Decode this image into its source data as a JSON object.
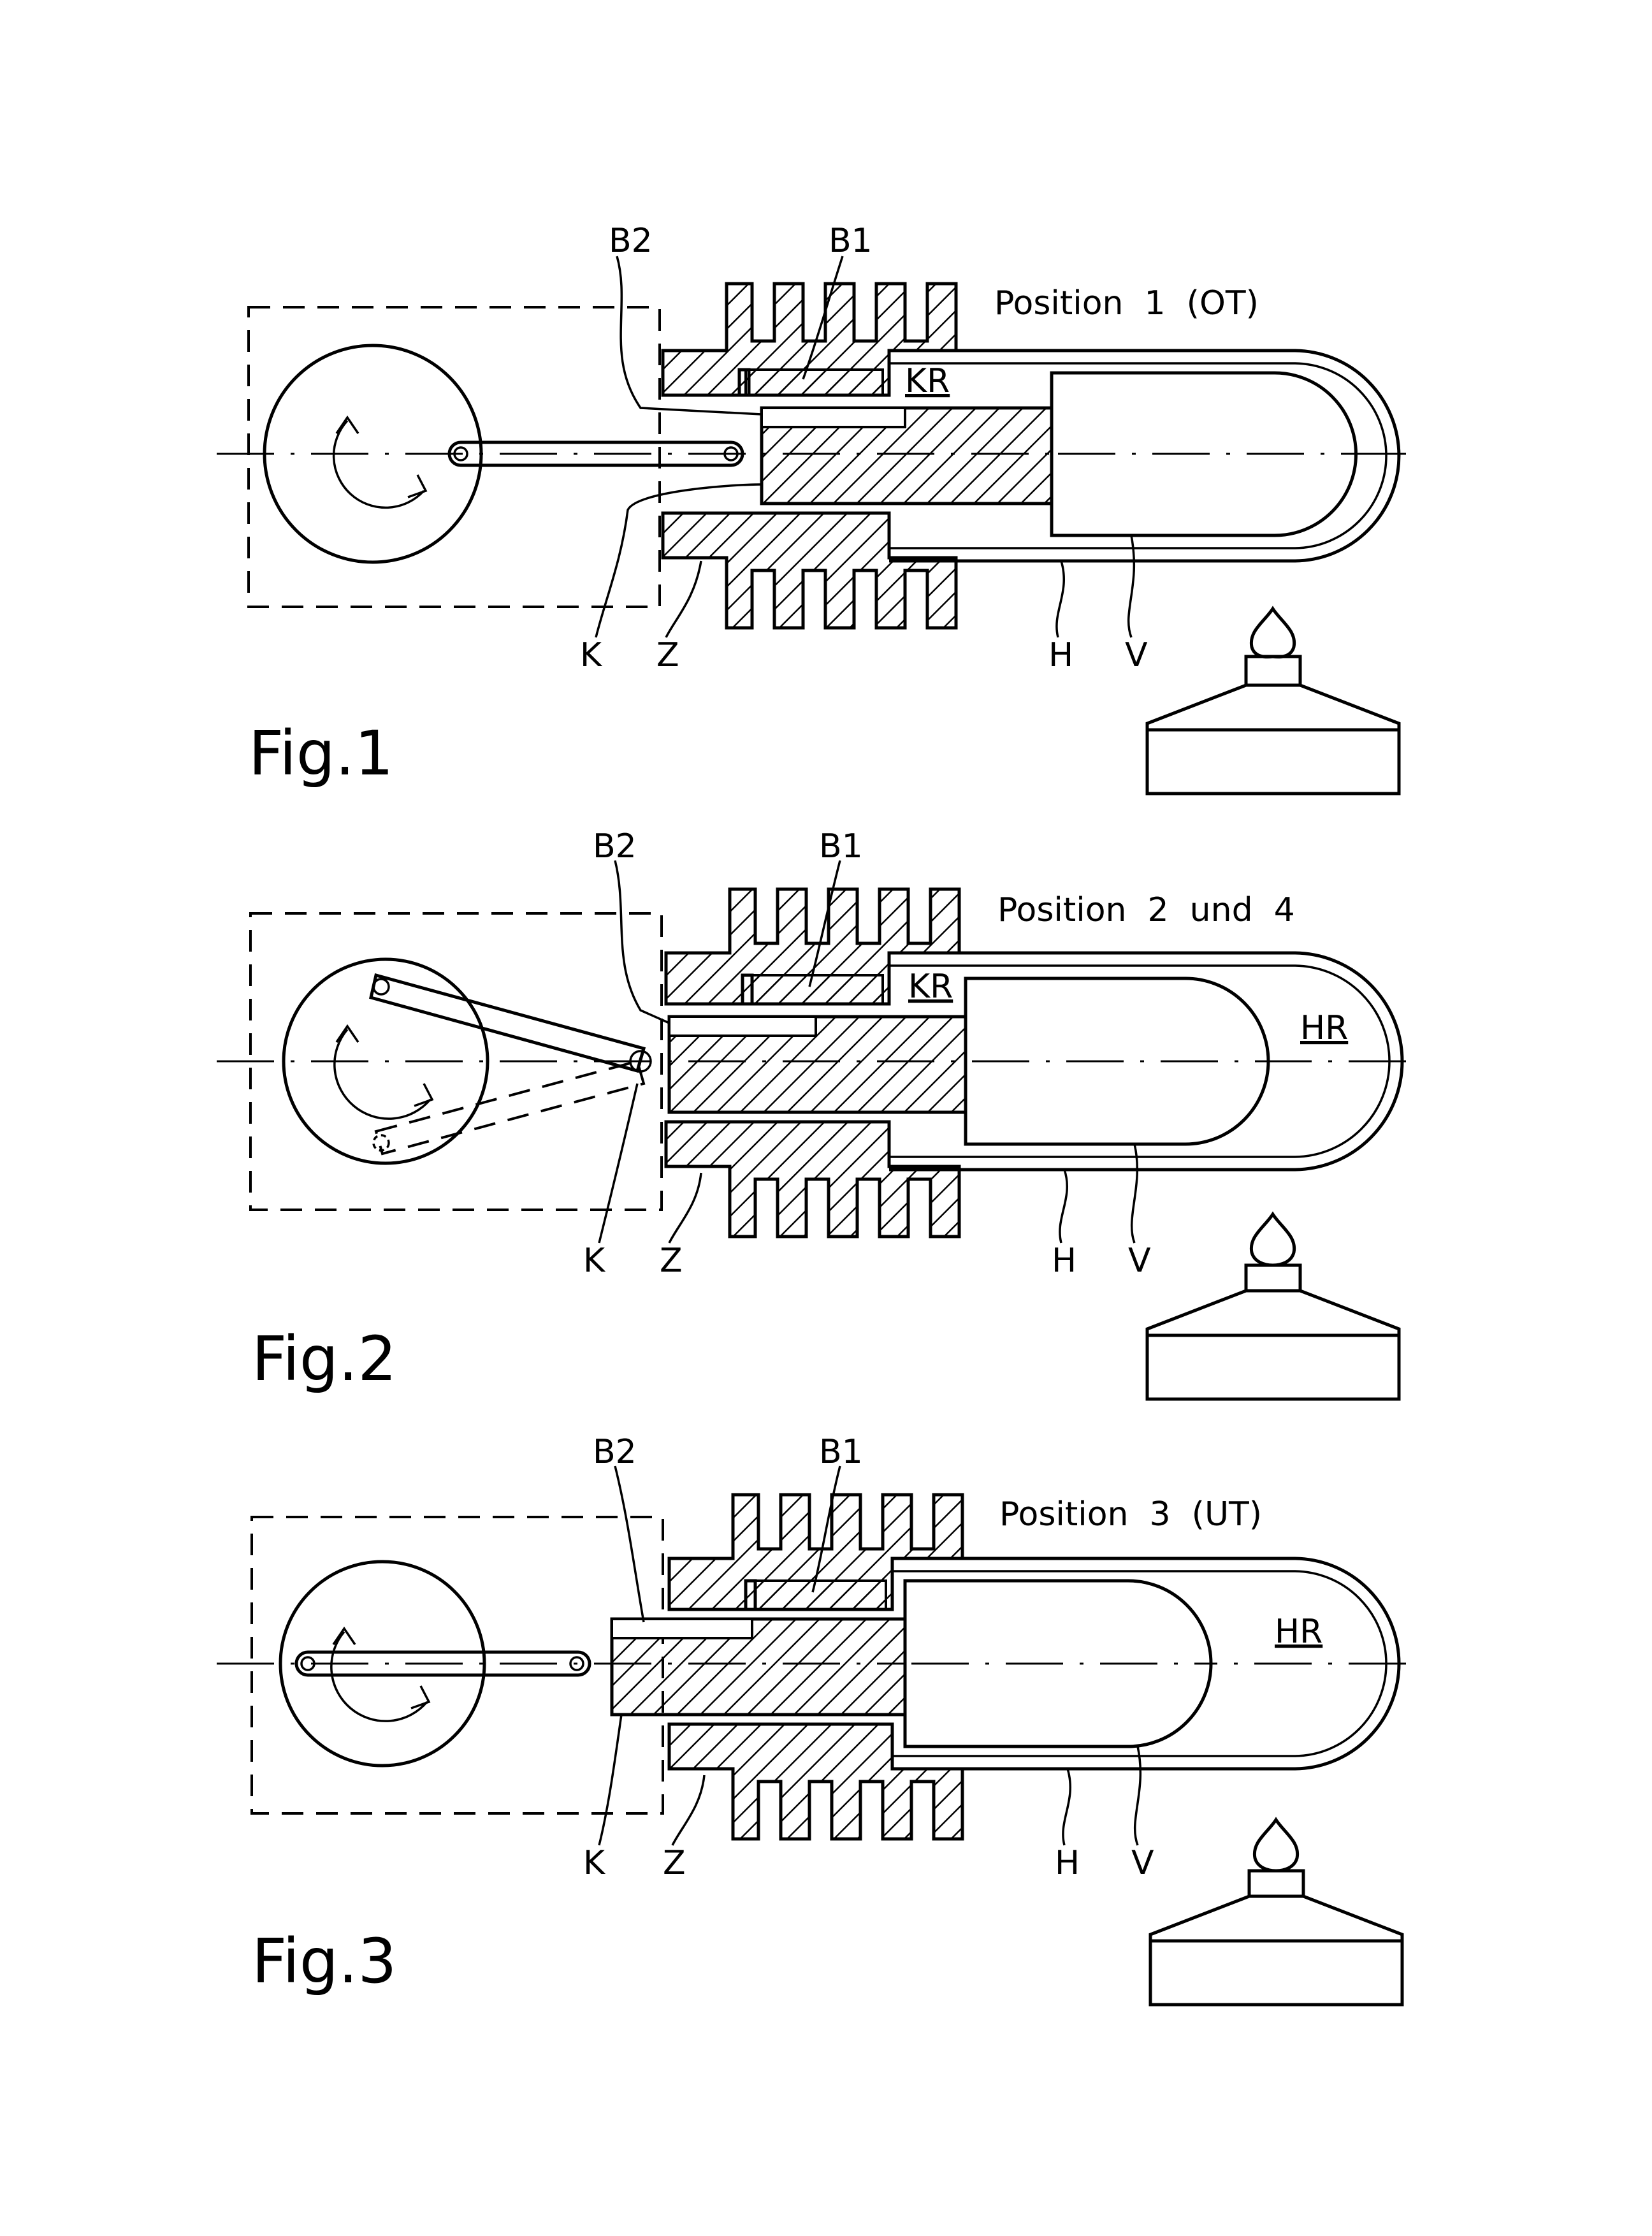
{
  "figures": [
    {
      "caption": "Fig.1",
      "position_text": "Position  1  (OT)",
      "labels": {
        "b2": "B2",
        "b1": "B1",
        "kr": "KR",
        "hr": "",
        "k": "K",
        "z": "Z",
        "h": "H",
        "v": "V"
      },
      "state": "top-dead-centre"
    },
    {
      "caption": "Fig.2",
      "position_text": "Position  2  und  4",
      "labels": {
        "b2": "B2",
        "b1": "B1",
        "kr": "KR",
        "hr": "HR",
        "k": "K",
        "z": "Z",
        "h": "H",
        "v": "V"
      },
      "state": "mid-stroke"
    },
    {
      "caption": "Fig.3",
      "position_text": "Position  3  (UT)",
      "labels": {
        "b2": "B2",
        "b1": "B1",
        "kr": "",
        "hr": "HR",
        "k": "K",
        "z": "Z",
        "h": "H",
        "v": "V"
      },
      "state": "bottom-dead-centre"
    }
  ]
}
